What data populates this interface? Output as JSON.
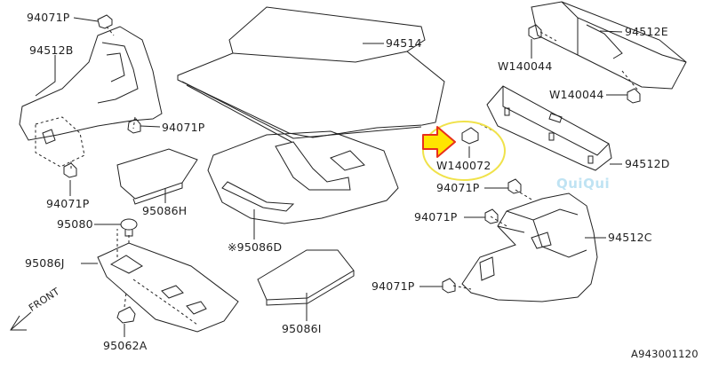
{
  "labels": {
    "p94071P_a": "94071P",
    "p94512B": "94512B",
    "p94071P_b": "94071P",
    "p94071P_c": "94071P",
    "p94514": "94514",
    "p95086H": "95086H",
    "p95080": "95080",
    "p95086J": "95086J",
    "p95062A": "95062A",
    "front": "FRONT",
    "p95086D": "※95086D",
    "p95086I": "95086I",
    "p94512E": "94512E",
    "w140044_a": "W140044",
    "w140044_b": "W140044",
    "p94512D": "94512D",
    "w140072": "W140072",
    "p94071P_d": "94071P",
    "p94071P_e": "94071P",
    "p94512C": "94512C",
    "p94071P_f": "94071P",
    "diagram_code": "A943001120",
    "watermark": "QuiQui"
  },
  "colors": {
    "line": "#222222",
    "highlight_circle": "#f0e24a",
    "arrow_fill": "#ffe600",
    "arrow_stroke": "#e8301c",
    "watermark": "#bfe3f3"
  }
}
